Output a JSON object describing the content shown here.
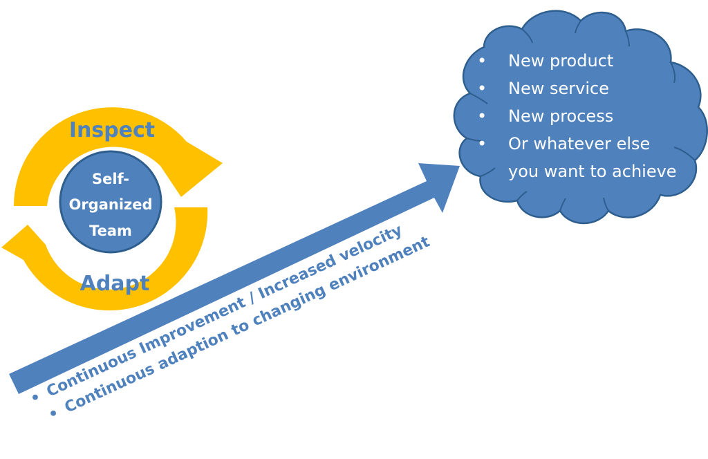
{
  "colors": {
    "yellow": "#FFC000",
    "blue_fill": "#4F81BD",
    "blue_stroke": "#2E5E8E",
    "blue_text": "#4F81BD",
    "white": "#FFFFFF"
  },
  "cycle": {
    "top_label": "Inspect",
    "bottom_label": "Adapt",
    "center_lines": [
      "Self-",
      "Organized",
      "Team"
    ],
    "top_arrow_icon": "curved-arrow-clockwise-icon",
    "bottom_arrow_icon": "curved-arrow-clockwise-icon"
  },
  "progress_arrow": {
    "icon": "diagonal-arrow-icon",
    "bullets": [
      "Continuous Improvement / Increased velocity",
      "Continuous adaption to changing environment"
    ],
    "bullet_char": "•"
  },
  "goal_cloud": {
    "icon": "cloud-shape-icon",
    "bullet_char": "•",
    "items": [
      {
        "lines": [
          "New product"
        ]
      },
      {
        "lines": [
          "New service"
        ]
      },
      {
        "lines": [
          "New process"
        ]
      },
      {
        "lines": [
          "Or whatever else",
          "you want to achieve"
        ]
      }
    ]
  }
}
